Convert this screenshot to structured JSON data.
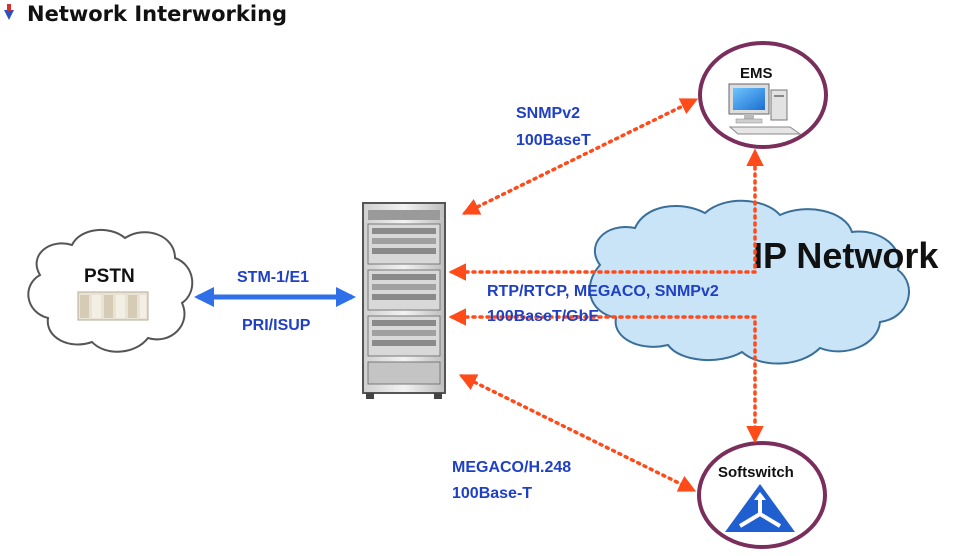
{
  "header": {
    "title": "Network Interworking"
  },
  "nodes": {
    "pstn": "PSTN",
    "ems": "EMS",
    "softswitch": "Softswitch",
    "ip_network": "IP Network"
  },
  "links": {
    "ems_protocol": "SNMPv2",
    "ems_media": "100BaseT",
    "pstn_protocol": "STM-1/E1",
    "pstn_signaling": "PRI/ISUP",
    "ip_protocols": "RTP/RTCP, MEGACO, SNMPv2",
    "ip_media": "100BaseT/GbE",
    "softswitch_protocol": "MEGACO/H.248",
    "softswitch_media": "100Base-T"
  },
  "colors": {
    "label_blue": "#1f3fc4",
    "dotted_red": "#ff4a1a",
    "solid_arrow_blue": "#2f6fe8",
    "node_ring": "#7a2e5c",
    "cloud_fill": "#c9e3f7",
    "cloud_stroke": "#3a6f9a"
  }
}
